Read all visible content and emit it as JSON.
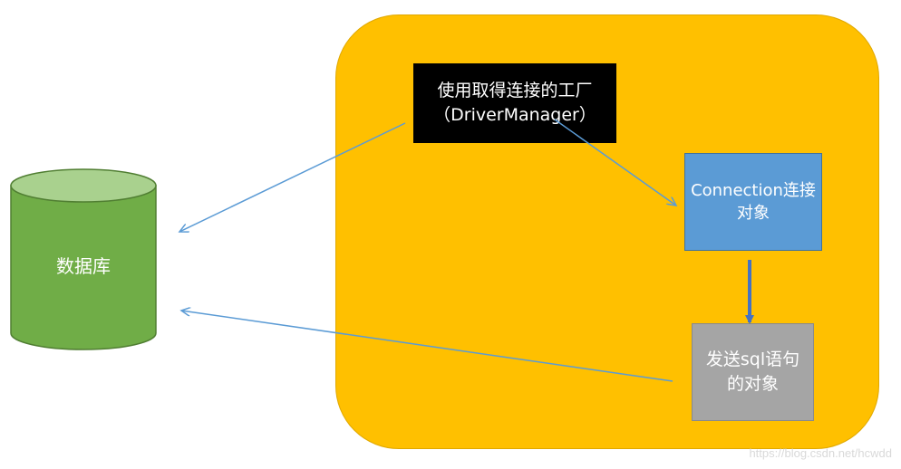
{
  "database": {
    "label": "数据库"
  },
  "factory": {
    "line1": "使用取得连接的工厂",
    "line2": "（DriverManager）"
  },
  "connection": {
    "label": "Connection连接对象"
  },
  "statement": {
    "label": "发送sql语句的对象"
  },
  "watermark": "https://blog.csdn.net/hcwdd",
  "colors": {
    "container": "#ffc000",
    "database": "#70ad47",
    "connection": "#5b9bd5",
    "statement": "#a5a5a5",
    "factory": "#000000",
    "arrow": "#5b9bd5",
    "thick_arrow": "#4472c4"
  }
}
